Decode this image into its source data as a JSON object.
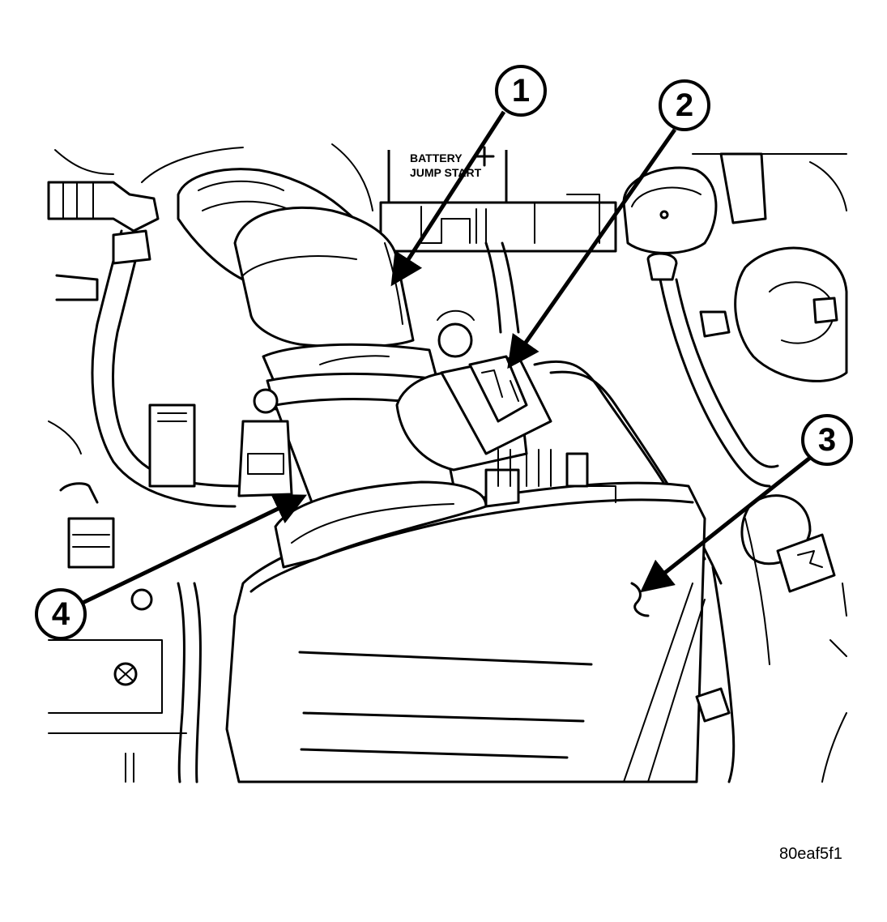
{
  "figure": {
    "id_text": "80eaf5f1",
    "label_battery": "BATTERY",
    "label_jump": "JUMP START"
  },
  "callouts": [
    {
      "number": "1"
    },
    {
      "number": "2"
    },
    {
      "number": "3"
    },
    {
      "number": "4"
    }
  ]
}
